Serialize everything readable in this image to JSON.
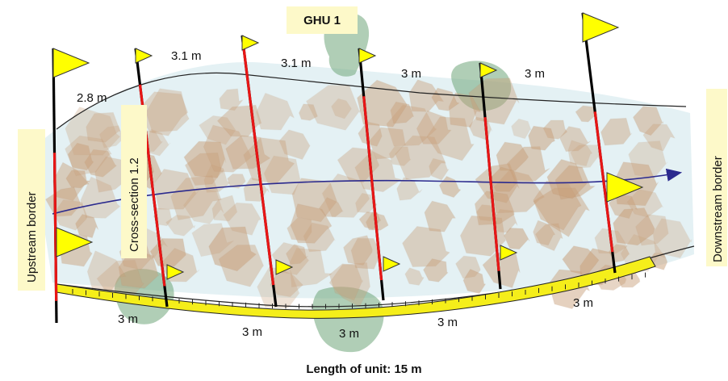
{
  "title": "GHU 1",
  "footer": "Length of unit:  15 m",
  "upstream_label": "Upstream border",
  "downstream_label": "Downstream border",
  "cross_section_label": "Cross-section 1.2",
  "top_distances": [
    "2.8 m",
    "3.1 m",
    "3.1 m",
    "3 m",
    "3 m"
  ],
  "bottom_distances": [
    "3 m",
    "3 m",
    "3 m",
    "3 m",
    "3 m"
  ],
  "colors": {
    "flag": "#ffff00",
    "tape": "#f5ee1a",
    "pole": "#000000",
    "section_line": "#e81616",
    "water": "#dfeef2",
    "stone": "#c9a07a",
    "vegetation": "#6fa57a",
    "flow_arrow": "#2b2a8e",
    "label_box": "#fdf9c9"
  },
  "icons": [
    "flag-icon",
    "flow-arrow-icon",
    "measuring-tape-icon"
  ]
}
